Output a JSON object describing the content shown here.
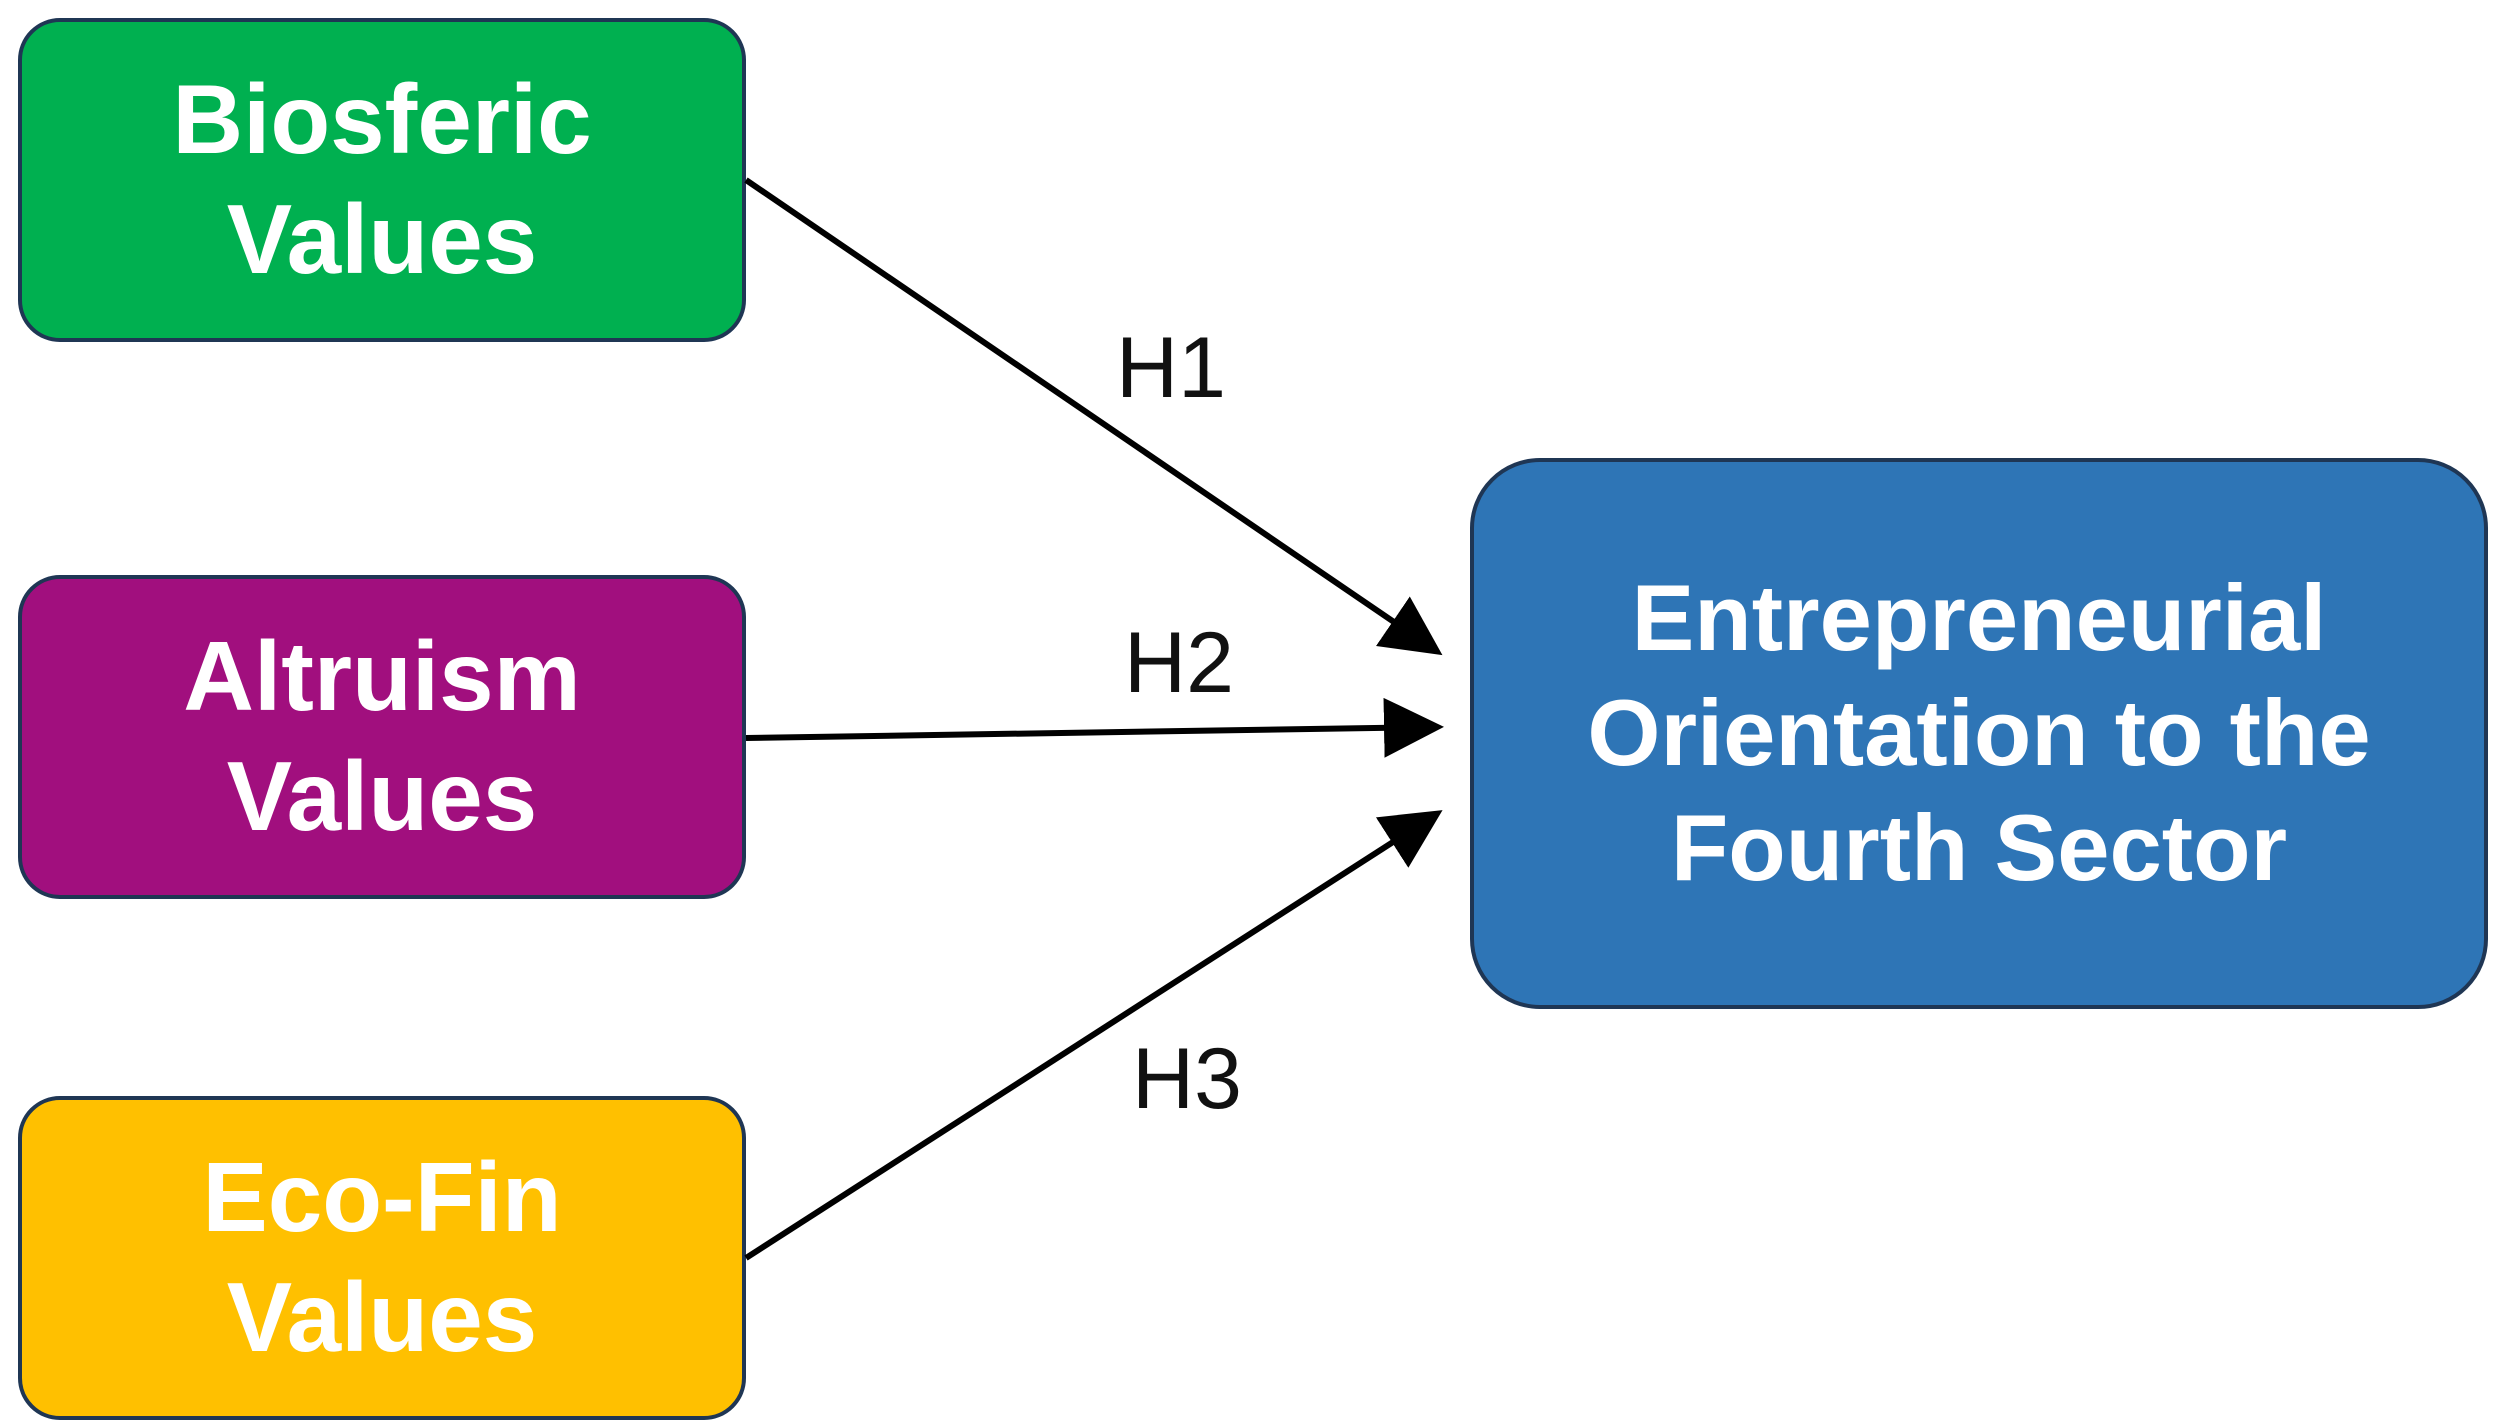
{
  "diagram": {
    "nodes": {
      "biosferic": {
        "label": "Biosferic\nValues",
        "color": "#00b050"
      },
      "altruism": {
        "label": "Altruism\nValues",
        "color": "#a10f7e"
      },
      "ecofin": {
        "label": "Eco-Fin\nValues",
        "color": "#ffc000"
      },
      "outcome": {
        "label": "Entrepreneurial\nOrientation to the\nFourth Sector",
        "color": "#2e75b6"
      }
    },
    "edges": [
      {
        "from": "biosferic",
        "to": "outcome",
        "label": "H1"
      },
      {
        "from": "altruism",
        "to": "outcome",
        "label": "H2"
      },
      {
        "from": "ecofin",
        "to": "outcome",
        "label": "H3"
      }
    ]
  }
}
